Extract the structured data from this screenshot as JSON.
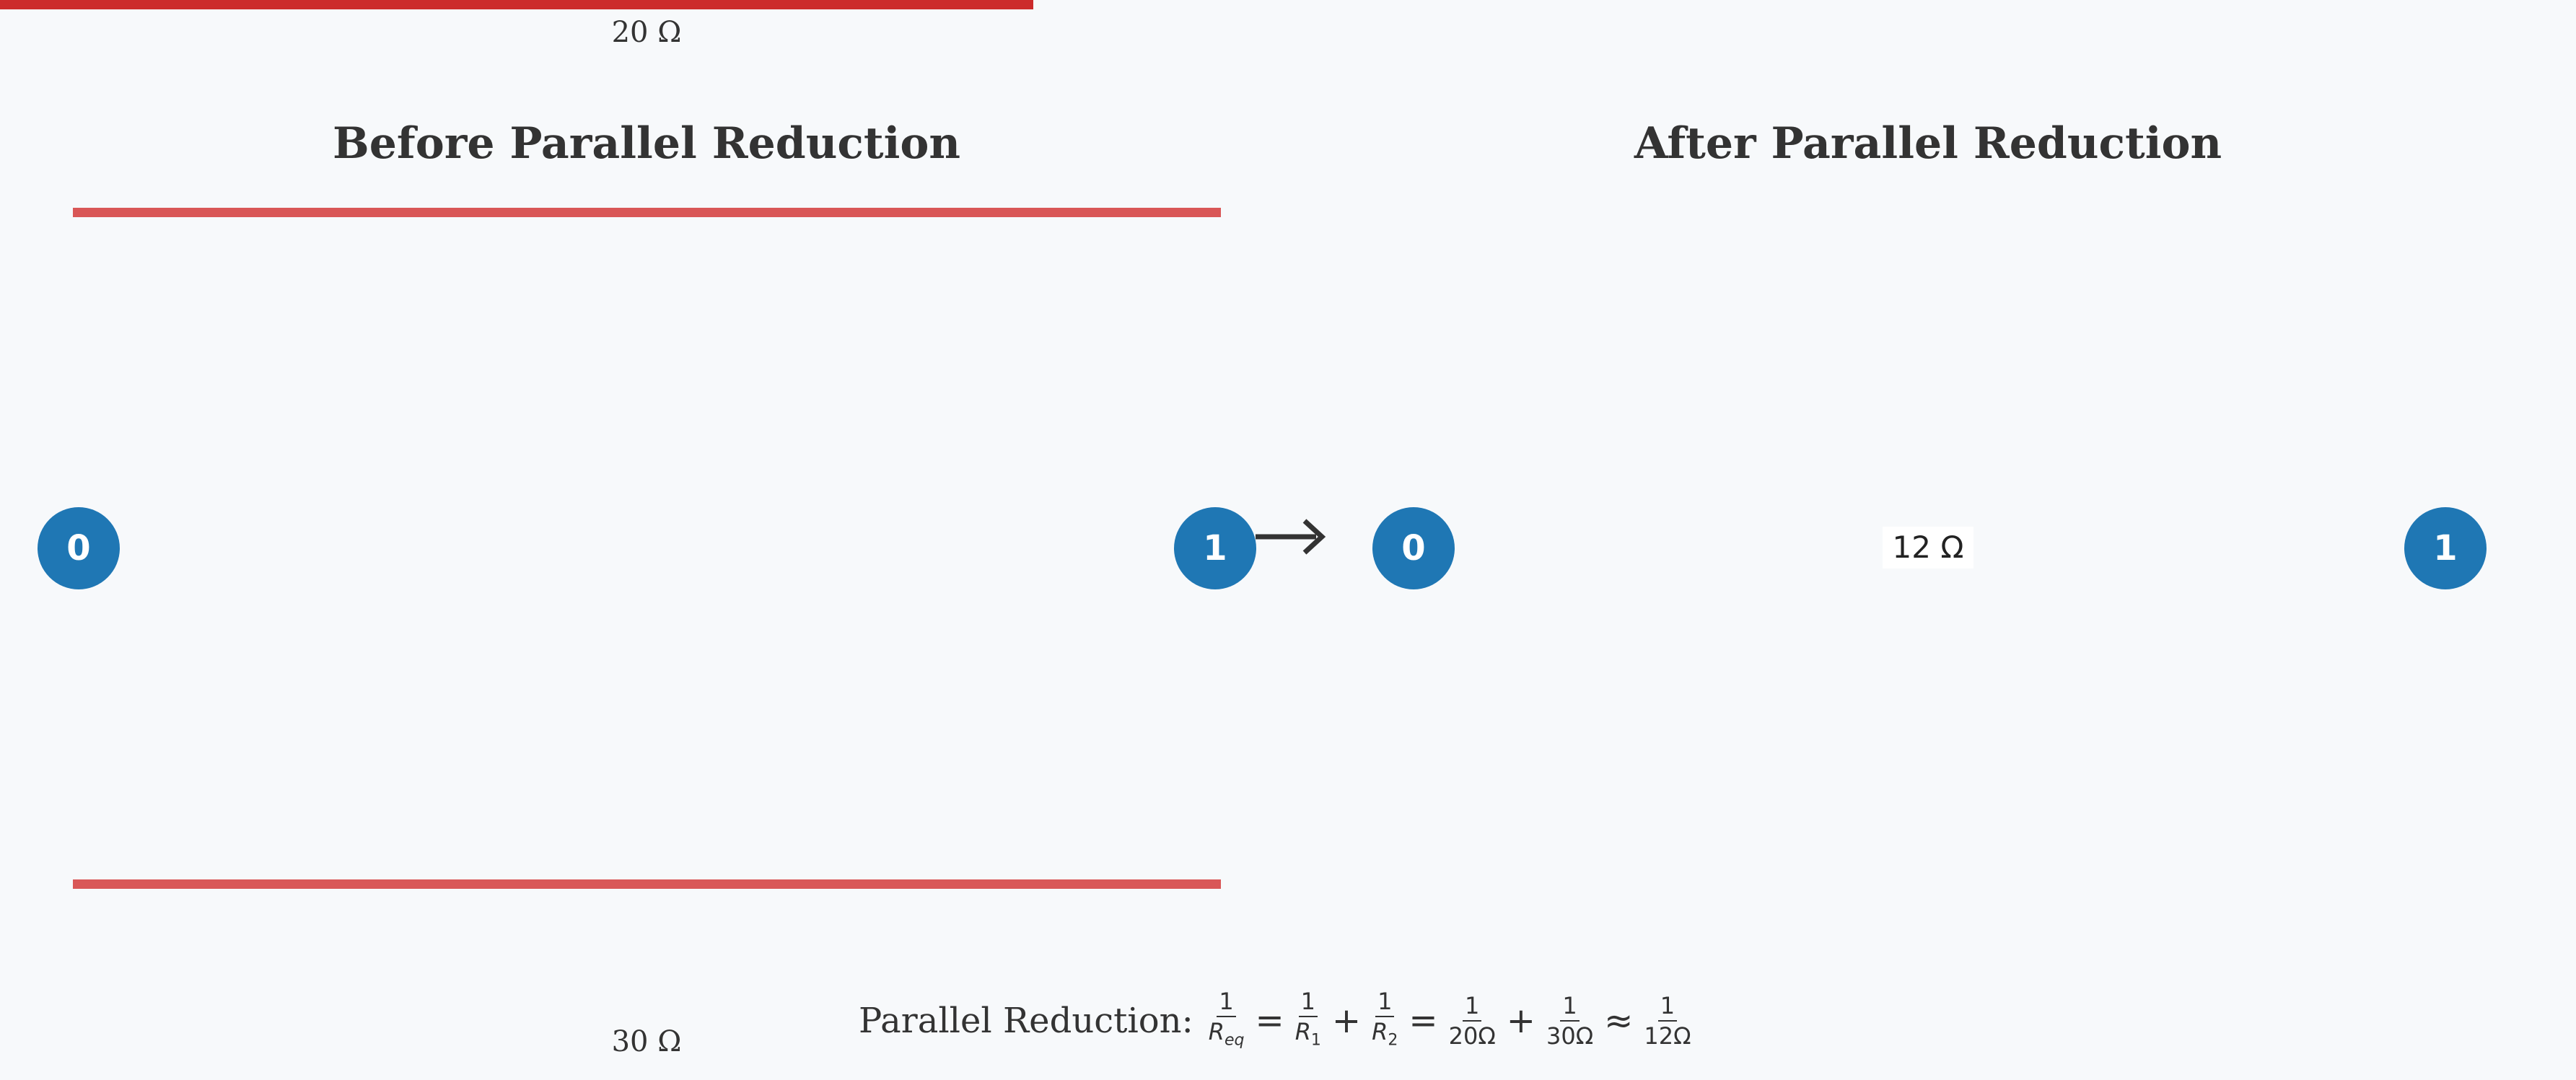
{
  "before": {
    "title": "Before Parallel Reduction",
    "nodes": [
      "0",
      "1"
    ],
    "resistor_top_label": "20 Ω",
    "resistor_bottom_label": "30 Ω",
    "wire_color": "#d95757"
  },
  "after": {
    "title": "After Parallel Reduction",
    "nodes": [
      "0",
      "1"
    ],
    "resistor_label": "12 Ω",
    "wire_color": "#cc2b2b"
  },
  "node_color": "#1f77b4",
  "arrow_icon": "right-arrow",
  "formula": {
    "prefix": "Parallel Reduction:",
    "terms": [
      {
        "num": "1",
        "den_main": "R",
        "den_sub": "eq"
      },
      {
        "op": "="
      },
      {
        "num": "1",
        "den_main": "R",
        "den_sub": "1"
      },
      {
        "op": "+"
      },
      {
        "num": "1",
        "den_main": "R",
        "den_sub": "2"
      },
      {
        "op": "="
      },
      {
        "num": "1",
        "den_main": "20Ω",
        "den_sub": ""
      },
      {
        "op": "+"
      },
      {
        "num": "1",
        "den_main": "30Ω",
        "den_sub": ""
      },
      {
        "op": "≈"
      },
      {
        "num": "1",
        "den_main": "12Ω",
        "den_sub": ""
      }
    ]
  }
}
